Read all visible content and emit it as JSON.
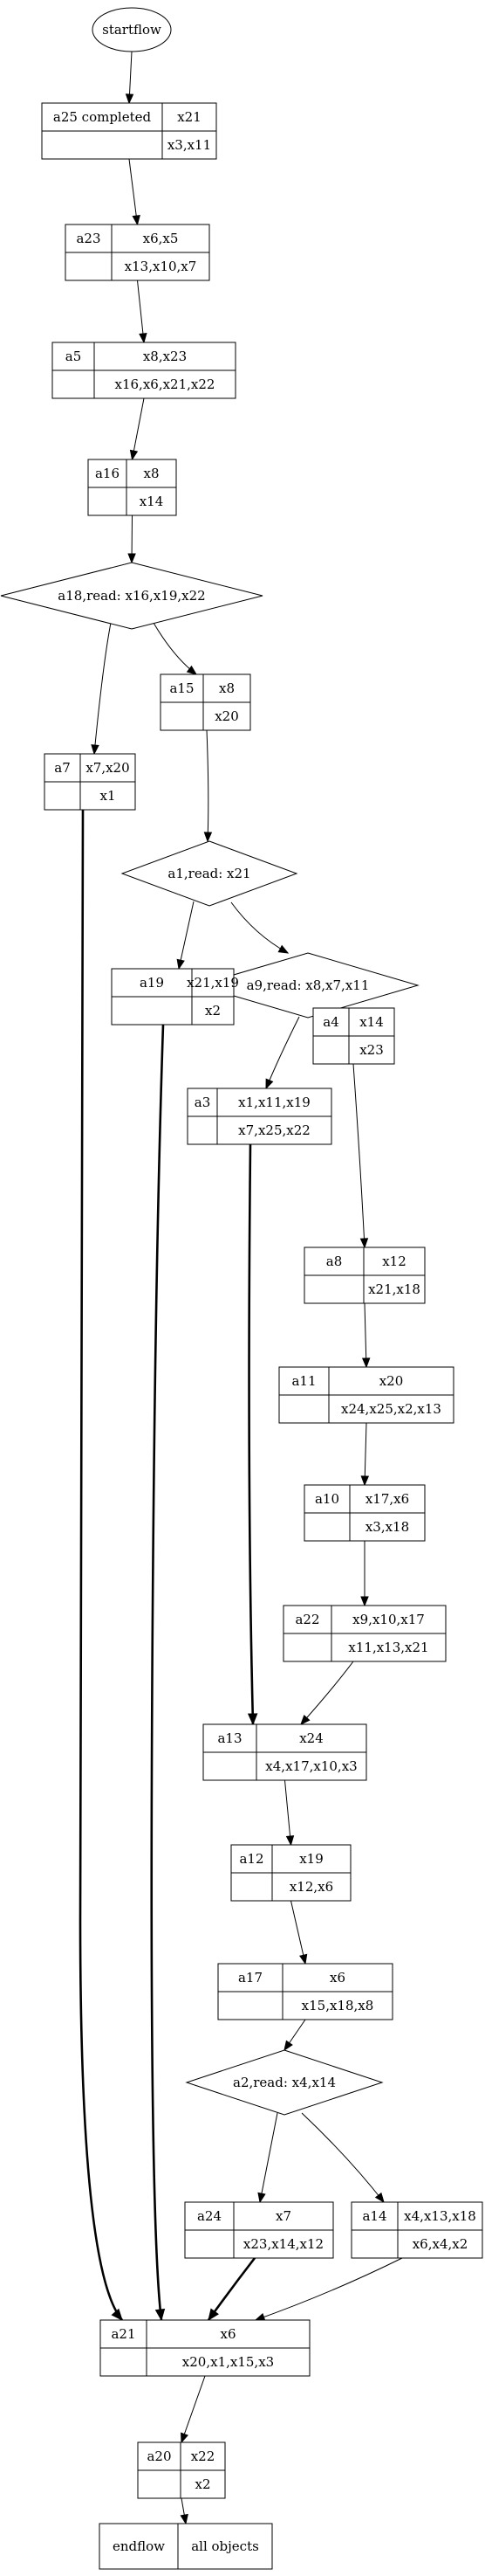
{
  "nodes": [
    {
      "id": "startflow",
      "shape": "ellipse",
      "label": "startflow"
    },
    {
      "id": "a25",
      "shape": "record",
      "name": "a25 completed",
      "top": "x21",
      "bottom": "x3,x11"
    },
    {
      "id": "a23",
      "shape": "record",
      "name": "a23",
      "top": "x6,x5",
      "bottom": "x13,x10,x7"
    },
    {
      "id": "a5",
      "shape": "record",
      "name": "a5",
      "top": "x8,x23",
      "bottom": "x16,x6,x21,x22"
    },
    {
      "id": "a16",
      "shape": "record",
      "name": "a16",
      "top": "x8",
      "bottom": "x14"
    },
    {
      "id": "a18",
      "shape": "diamond",
      "label": "a18,read: x16,x19,x22"
    },
    {
      "id": "a15",
      "shape": "record",
      "name": "a15",
      "top": "x8",
      "bottom": "x20"
    },
    {
      "id": "a7",
      "shape": "record",
      "name": "a7",
      "top": "x7,x20",
      "bottom": "x1"
    },
    {
      "id": "a1",
      "shape": "diamond",
      "label": "a1,read: x21"
    },
    {
      "id": "a9",
      "shape": "diamond",
      "label": "a9,read: x8,x7,x11"
    },
    {
      "id": "a19",
      "shape": "record",
      "name": "a19",
      "top": "x21,x19",
      "bottom": "x2"
    },
    {
      "id": "a4",
      "shape": "record",
      "name": "a4",
      "top": "x14",
      "bottom": "x23"
    },
    {
      "id": "a3",
      "shape": "record",
      "name": "a3",
      "top": "x1,x11,x19",
      "bottom": "x7,x25,x22"
    },
    {
      "id": "a8",
      "shape": "record",
      "name": "a8",
      "top": "x12",
      "bottom": "x21,x18"
    },
    {
      "id": "a11",
      "shape": "record",
      "name": "a11",
      "top": "x20",
      "bottom": "x24,x25,x2,x13"
    },
    {
      "id": "a10",
      "shape": "record",
      "name": "a10",
      "top": "x17,x6",
      "bottom": "x3,x18"
    },
    {
      "id": "a22",
      "shape": "record",
      "name": "a22",
      "top": "x9,x10,x17",
      "bottom": "x11,x13,x21"
    },
    {
      "id": "a13",
      "shape": "record",
      "name": "a13",
      "top": "x24",
      "bottom": "x4,x17,x10,x3"
    },
    {
      "id": "a12",
      "shape": "record",
      "name": "a12",
      "top": "x19",
      "bottom": "x12,x6"
    },
    {
      "id": "a17",
      "shape": "record",
      "name": "a17",
      "top": "x6",
      "bottom": "x15,x18,x8"
    },
    {
      "id": "a2",
      "shape": "diamond",
      "label": "a2,read: x4,x14"
    },
    {
      "id": "a24",
      "shape": "record",
      "name": "a24",
      "top": "x7",
      "bottom": "x23,x14,x12"
    },
    {
      "id": "a14",
      "shape": "record",
      "name": "a14",
      "top": "x4,x13,x18",
      "bottom": "x6,x4,x2"
    },
    {
      "id": "a21",
      "shape": "record",
      "name": "a21",
      "top": "x6",
      "bottom": "x20,x1,x15,x3"
    },
    {
      "id": "a20",
      "shape": "record",
      "name": "a20",
      "top": "x22",
      "bottom": "x2"
    },
    {
      "id": "endflow",
      "shape": "record2",
      "name": "endflow",
      "top": "all objects"
    }
  ],
  "edges": [
    {
      "from": "startflow",
      "to": "a25",
      "bold": false
    },
    {
      "from": "a25",
      "to": "a23",
      "bold": false
    },
    {
      "from": "a23",
      "to": "a5",
      "bold": false
    },
    {
      "from": "a5",
      "to": "a16",
      "bold": false
    },
    {
      "from": "a16",
      "to": "a18",
      "bold": false
    },
    {
      "from": "a18",
      "to": "a7",
      "bold": false
    },
    {
      "from": "a18",
      "to": "a15",
      "bold": false
    },
    {
      "from": "a15",
      "to": "a1",
      "bold": false
    },
    {
      "from": "a1",
      "to": "a19",
      "bold": false
    },
    {
      "from": "a1",
      "to": "a9",
      "bold": false
    },
    {
      "from": "a9",
      "to": "a3",
      "bold": false
    },
    {
      "from": "a9",
      "to": "a4",
      "bold": false
    },
    {
      "from": "a4",
      "to": "a8",
      "bold": false
    },
    {
      "from": "a8",
      "to": "a11",
      "bold": false
    },
    {
      "from": "a11",
      "to": "a10",
      "bold": false
    },
    {
      "from": "a10",
      "to": "a22",
      "bold": false
    },
    {
      "from": "a3",
      "to": "a13",
      "bold": true
    },
    {
      "from": "a22",
      "to": "a13",
      "bold": false
    },
    {
      "from": "a13",
      "to": "a12",
      "bold": false
    },
    {
      "from": "a12",
      "to": "a17",
      "bold": false
    },
    {
      "from": "a17",
      "to": "a2",
      "bold": false
    },
    {
      "from": "a2",
      "to": "a24",
      "bold": false
    },
    {
      "from": "a2",
      "to": "a14",
      "bold": false
    },
    {
      "from": "a7",
      "to": "a21",
      "bold": true
    },
    {
      "from": "a19",
      "to": "a21",
      "bold": true
    },
    {
      "from": "a24",
      "to": "a21",
      "bold": true
    },
    {
      "from": "a14",
      "to": "a21",
      "bold": false
    },
    {
      "from": "a21",
      "to": "a20",
      "bold": false
    },
    {
      "from": "a20",
      "to": "endflow",
      "bold": false
    }
  ]
}
